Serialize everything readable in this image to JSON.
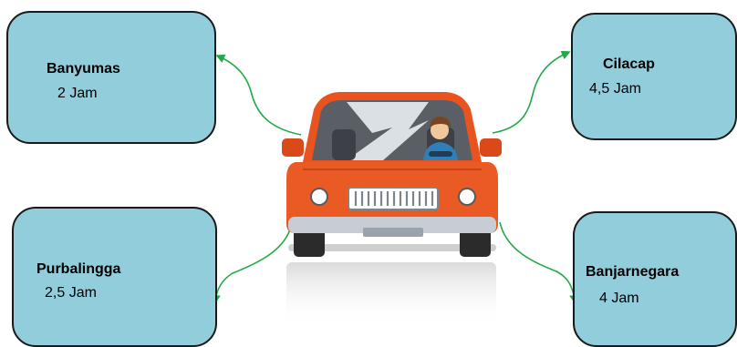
{
  "destinations": [
    {
      "name": "Banyumas",
      "time": "2 Jam"
    },
    {
      "name": "Cilacap",
      "time": "4,5 Jam"
    },
    {
      "name": "Purbalingga",
      "time": "2,5 Jam"
    },
    {
      "name": "Banjarnegara",
      "time": "4 Jam"
    }
  ],
  "colors": {
    "box_fill": "#92cddc",
    "box_border": "#1a1a1a",
    "arrow": "#22a94a",
    "car_body": "#e8531f"
  },
  "center_image": "car-with-driver-illustration"
}
